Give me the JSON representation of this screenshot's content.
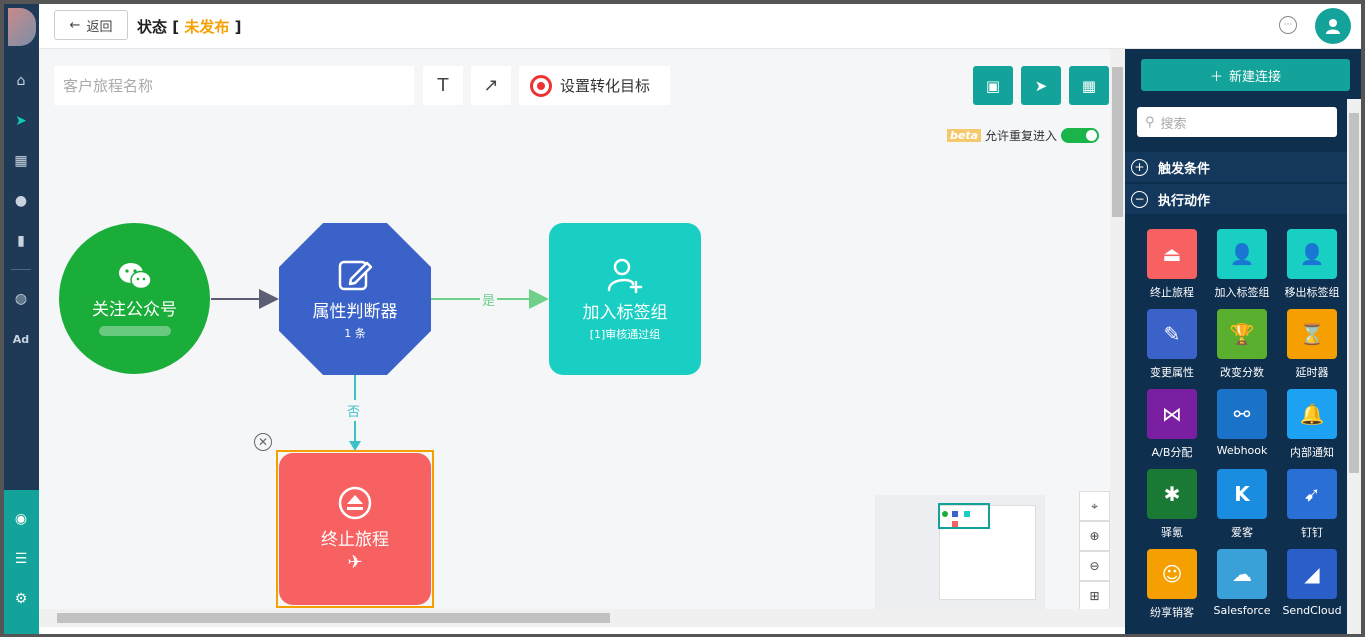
{
  "header": {
    "back_label": "返回",
    "status_label": "状态",
    "status_value": "未发布"
  },
  "toolbar": {
    "journey_name_placeholder": "客户旅程名称",
    "text_tool_glyph": "T",
    "arrow_tool_glyph": "↗",
    "goal_label": "设置转化目标",
    "beta_badge": "beta",
    "repeat_entry_label": "允许重复进入"
  },
  "flow": {
    "nodes": [
      {
        "title": "关注公众号",
        "sub": ""
      },
      {
        "title": "属性判断器",
        "sub": "1 条"
      },
      {
        "title": "加入标签组",
        "sub": "[1]审核通过组"
      },
      {
        "title": "终止旅程",
        "sub": ""
      }
    ],
    "edge_yes": "是",
    "edge_no": "否"
  },
  "panel": {
    "new_connection_label": "新建连接",
    "search_placeholder": "搜索",
    "sections": [
      {
        "label": "触发条件",
        "state": "collapsed"
      },
      {
        "label": "执行动作",
        "state": "expanded"
      }
    ],
    "actions": [
      {
        "label": "终止旅程",
        "color": "#f86161",
        "icon": "eject-icon"
      },
      {
        "label": "加入标签组",
        "color": "#19cfc3",
        "icon": "user-plus-icon"
      },
      {
        "label": "移出标签组",
        "color": "#19cfc3",
        "icon": "user-minus-icon"
      },
      {
        "label": "变更属性",
        "color": "#3b62c8",
        "icon": "edit-icon"
      },
      {
        "label": "改变分数",
        "color": "#5aaf2e",
        "icon": "trophy-icon"
      },
      {
        "label": "延时器",
        "color": "#f5a000",
        "icon": "hourglass-icon"
      },
      {
        "label": "A/B分配",
        "color": "#7a1fa2",
        "icon": "ab-split-icon"
      },
      {
        "label": "Webhook",
        "color": "#1a73c9",
        "icon": "webhook-icon"
      },
      {
        "label": "内部通知",
        "color": "#1da1f2",
        "icon": "bell-icon"
      },
      {
        "label": "驿氪",
        "color": "#1a7a35",
        "icon": "spider-icon"
      },
      {
        "label": "爱客",
        "color": "#1a8de0",
        "icon": "k-logo-icon"
      },
      {
        "label": "钉钉",
        "color": "#2a6fd6",
        "icon": "dingtalk-icon"
      },
      {
        "label": "纷享销客",
        "color": "#f5a000",
        "icon": "robot-icon"
      },
      {
        "label": "Salesforce",
        "color": "#3aa0d8",
        "icon": "cloud-icon"
      },
      {
        "label": "SendCloud",
        "color": "#2a5fc9",
        "icon": "sendcloud-icon"
      }
    ]
  }
}
